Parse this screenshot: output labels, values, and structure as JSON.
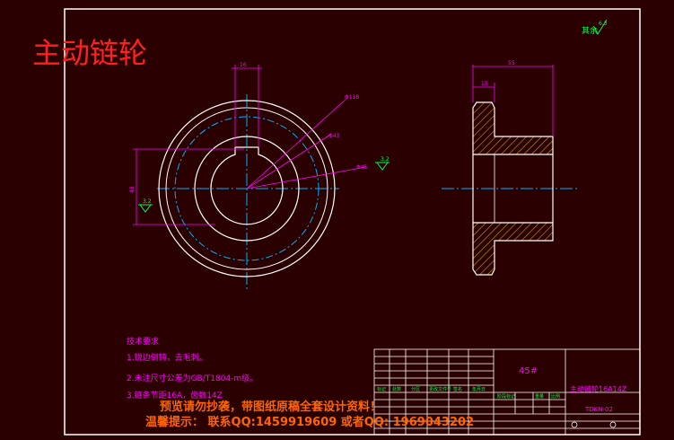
{
  "title_stamp": "主动链轮",
  "roughness_corner": {
    "label": "其余",
    "value": "6.3"
  },
  "front_view_dims": {
    "key_width": "16",
    "outer_dia": "Φ118",
    "bore_dia": "Φ43",
    "hub_dia": "Φ45",
    "roughness": "3.2",
    "keyway_depth": "48",
    "left_roughness": "3.2"
  },
  "side_view_dims": {
    "overall_width": "55",
    "tooth_width": "15"
  },
  "tech_requirements": {
    "heading": "技术要求",
    "items": [
      "1.锐边倒钝，去毛刺。",
      "2.未注尺寸公差为GB/T1804-m级。",
      "3.链条节距16A，齿数14Z"
    ]
  },
  "title_block": {
    "material": "45#",
    "part_name": "主动链轮16A14Z",
    "drawing_no": "TDKN-02",
    "header_labels": [
      "标记",
      "处数",
      "分区",
      "更改文件号",
      "签名",
      "年月日"
    ],
    "stage_label": "阶段标记",
    "weight_label": "重量",
    "scale_label": "比例"
  },
  "watermark": {
    "line1": "预览请勿抄袭，带图纸原稿全套设计资料！",
    "line2": "温馨提示： 联系QQ:1459919609 或者QQ: 1969043202"
  },
  "colors": {
    "background": "#2a0000",
    "border": "#ffffff",
    "circles": "#ffffff",
    "center_lines": "#00b0ff",
    "dimensions": "#ff00ff",
    "hatch": "#c8a000",
    "title_text": "#ff2020",
    "roughness": "#00ff40"
  }
}
